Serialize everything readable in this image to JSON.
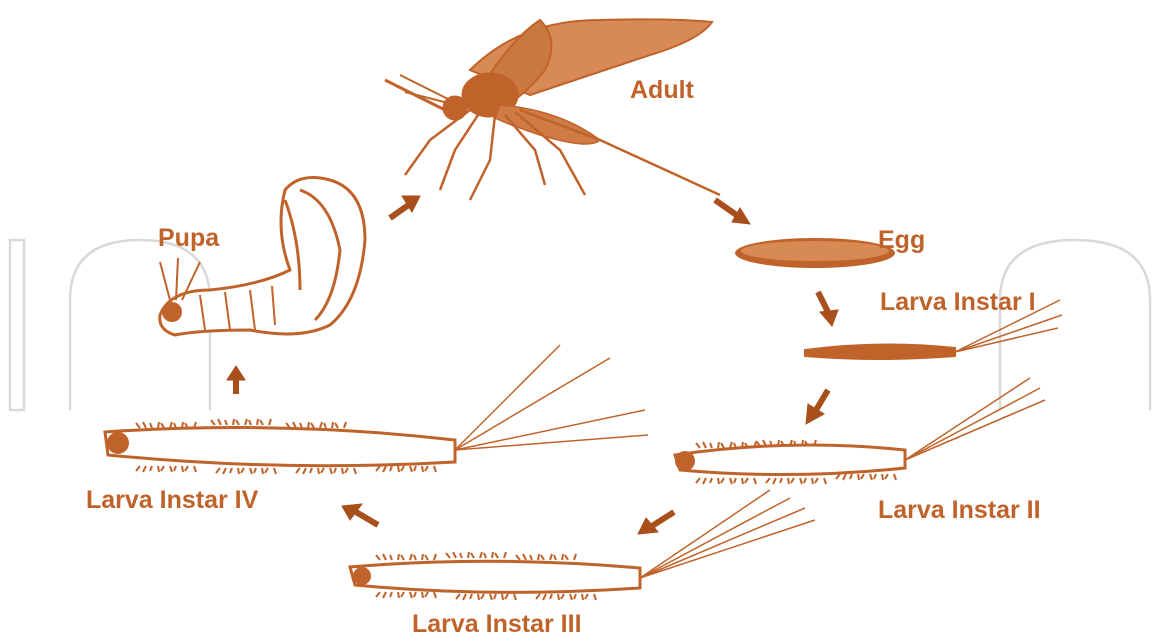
{
  "colors": {
    "ink": "#c0632a",
    "ink_dark": "#a84f1c",
    "watermark": "#d9d9d9",
    "background": "#ffffff"
  },
  "stages": {
    "adult": "Adult",
    "egg": "Egg",
    "larva_1": "Larva Instar I",
    "larva_2": "Larva Instar II",
    "larva_3": "Larva Instar III",
    "larva_4": "Larva Instar IV",
    "pupa": "Pupa"
  },
  "watermark_letters": "Inn"
}
